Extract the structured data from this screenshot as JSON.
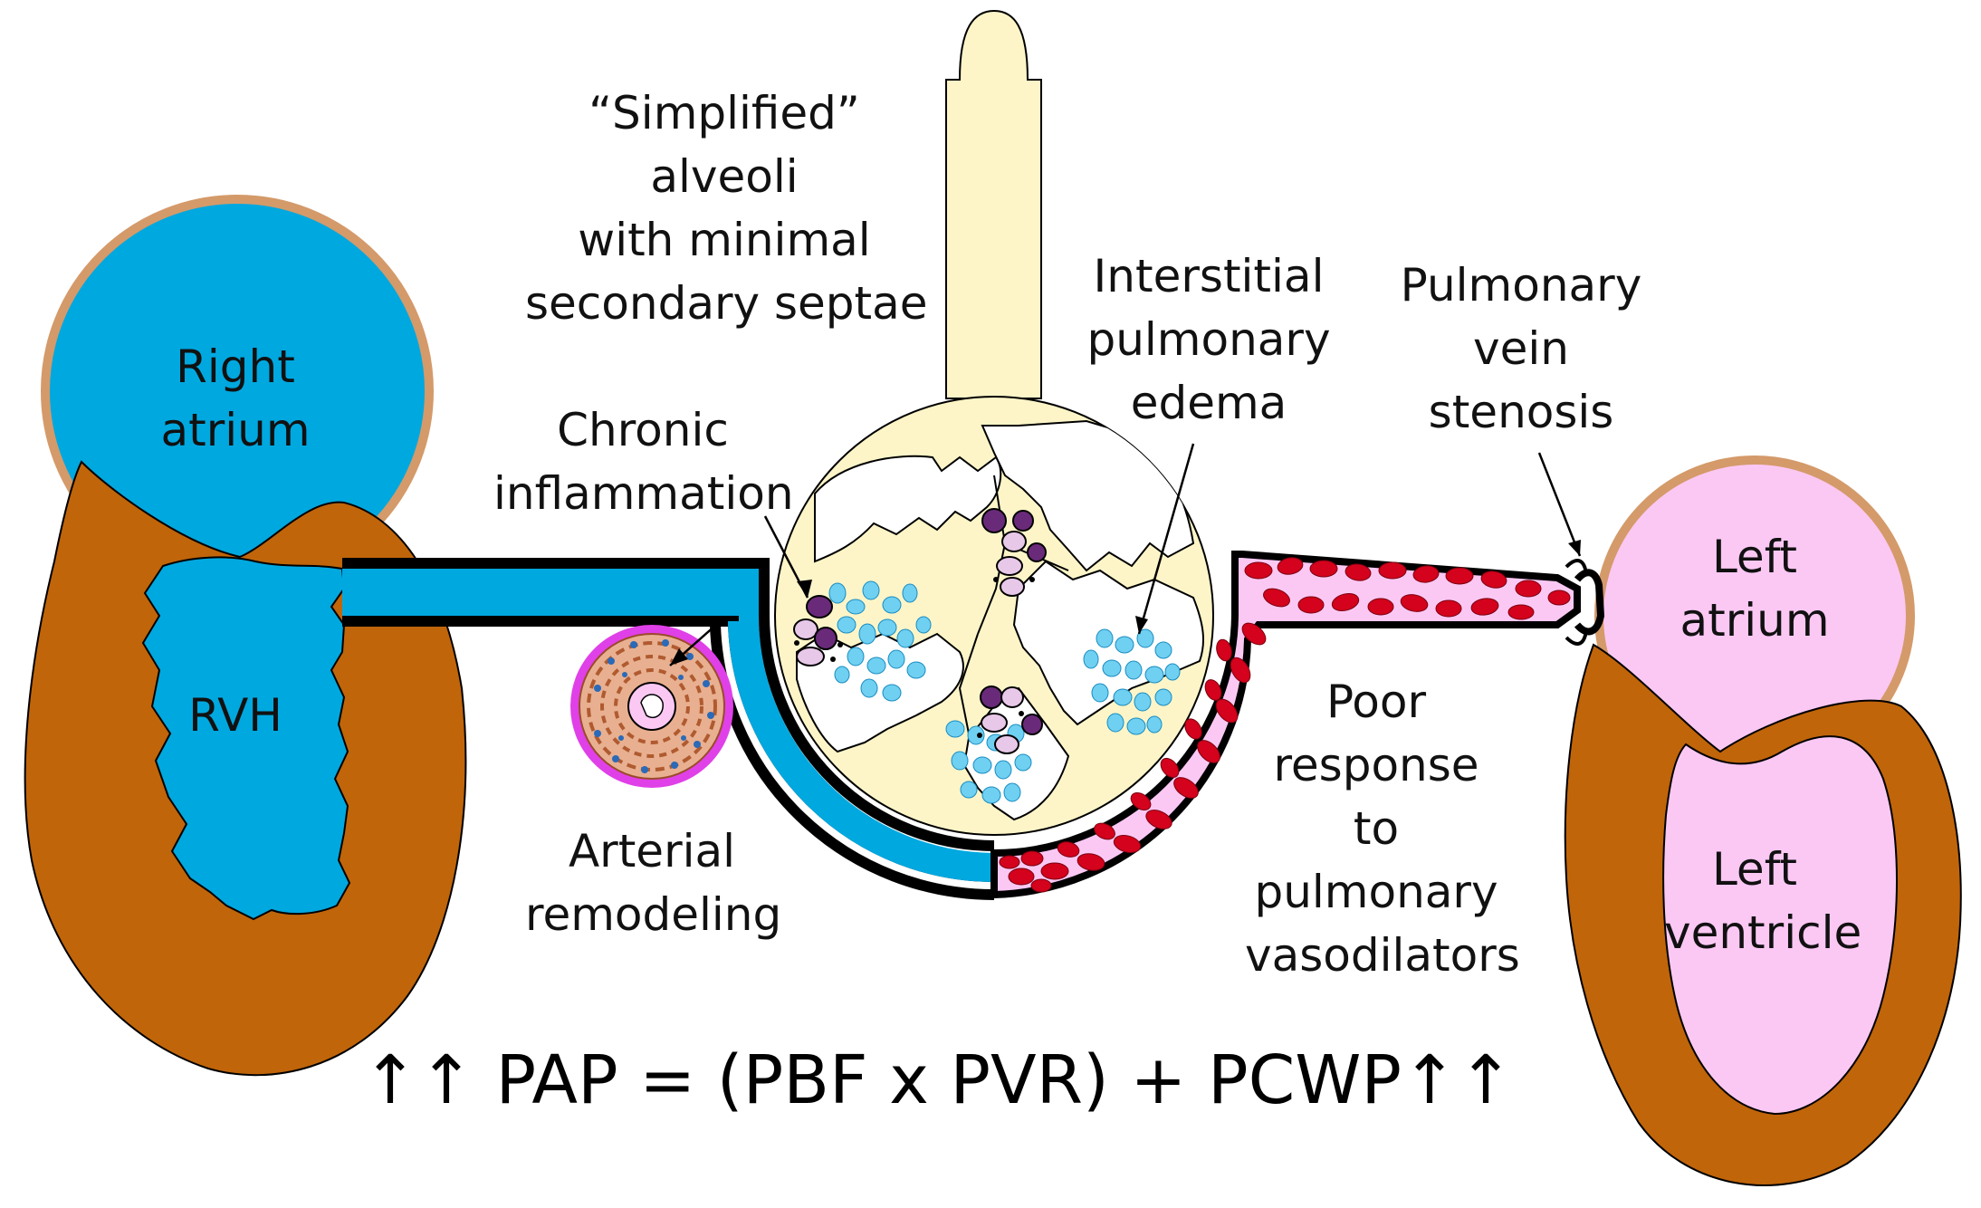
{
  "colors": {
    "right_heart": "#00a8e0",
    "myocardium": "#c0650a",
    "atrium_rim": "#d49a6a",
    "left_heart": "#fbc8f4",
    "airway": "#fdf5c8",
    "blood_cell": "#d4021c",
    "vessel_wall": "#000000",
    "edema": "#6fd0f2",
    "inflammatory_cell": "#6a2a7a",
    "remodel_ring": "#e040e8"
  },
  "labels": {
    "right_atrium": [
      "Right",
      "atrium"
    ],
    "rvh": [
      "RVH"
    ],
    "simplified_alveoli": [
      "“Simplified”",
      "alveoli",
      "with minimal",
      "secondary septae"
    ],
    "chronic_inflammation": [
      "Chronic",
      "inflammation"
    ],
    "interstitial_edema": [
      "Interstitial",
      "pulmonary",
      "edema"
    ],
    "pulmonary_vein_stenosis": [
      "Pulmonary",
      "vein",
      "stenosis"
    ],
    "left_atrium": [
      "Left",
      "atrium"
    ],
    "left_ventricle": [
      "Left",
      "ventricle"
    ],
    "arterial_remodeling": [
      "Arterial",
      "remodeling"
    ],
    "poor_response": [
      "Poor",
      "response",
      "to",
      "pulmonary",
      "vasodilators"
    ]
  },
  "formula": "↑↑ PAP = (PBF x PVR) + PCWP↑↑"
}
